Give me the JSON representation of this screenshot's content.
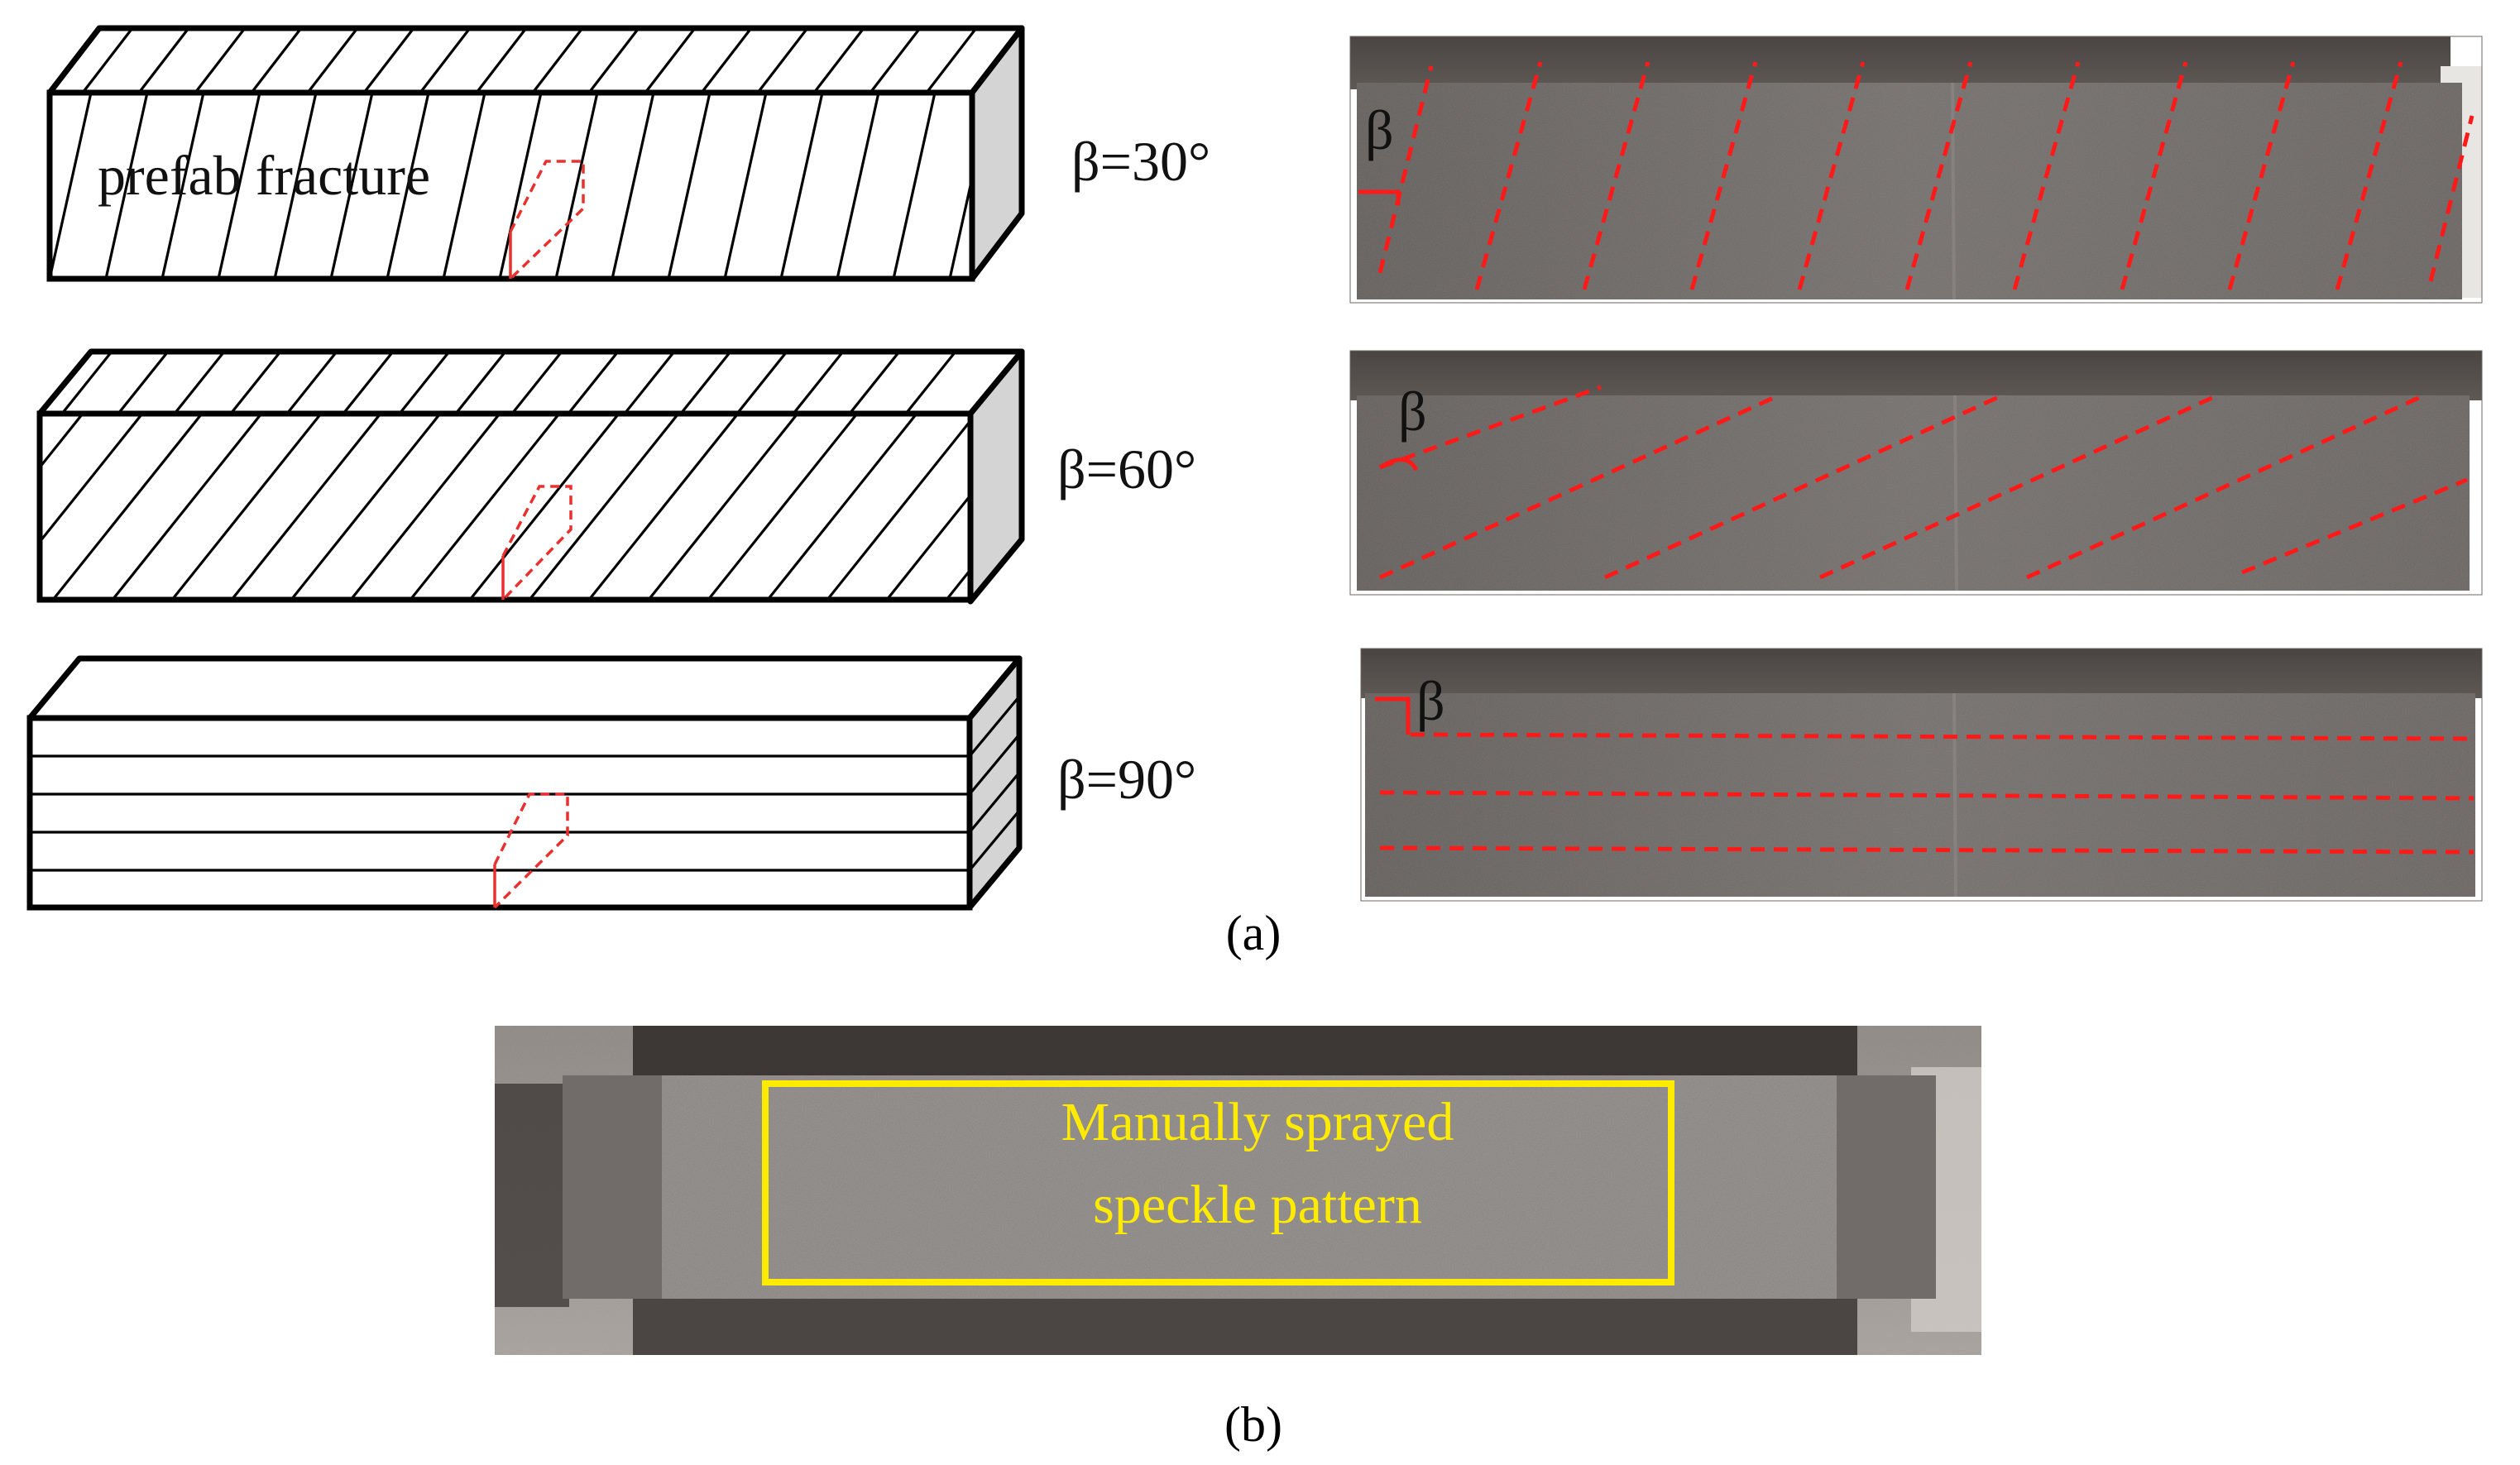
{
  "schematics": {
    "prefab_label": "prefab fracture",
    "angle_labels": [
      "β=30°",
      "β=60°",
      "β=90°"
    ]
  },
  "photos": {
    "beta_symbol": "β"
  },
  "captions": {
    "a": "(a)",
    "b": "(b)"
  },
  "speckle": {
    "line1": "Manually sprayed",
    "line2": "speckle pattern",
    "frame_color": "#ffeb00"
  },
  "colors": {
    "fracture_lines": "#ff1a1a",
    "beam_side": "#d4d4d4",
    "photo_stone": "#6f6a66"
  }
}
